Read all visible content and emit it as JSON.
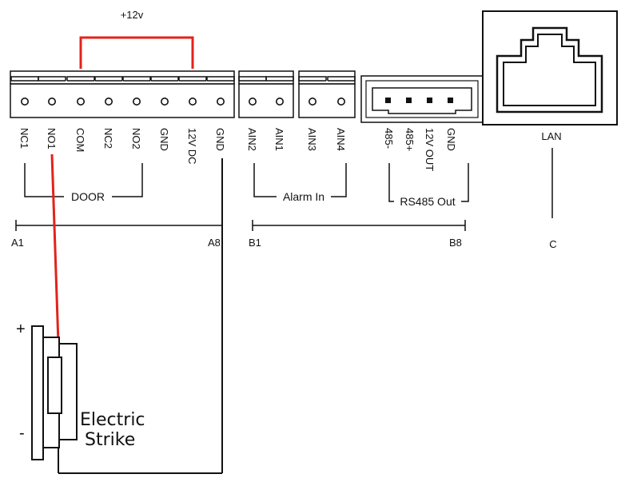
{
  "diagram": {
    "supply_label": "+12v",
    "block_a": {
      "terminals": [
        "NC1",
        "NO1",
        "COM",
        "NC2",
        "NO2",
        "GND",
        "12V DC",
        "GND"
      ],
      "group_label": "DOOR",
      "range_start": "A1",
      "range_end": "A8"
    },
    "block_b": {
      "alarm_terminals": [
        "AIN2",
        "AIN1",
        "AIN3",
        "AIN4"
      ],
      "alarm_group_label": "Alarm In",
      "rs485_terminals": [
        "485-",
        "485+",
        "12V OUT",
        "GND"
      ],
      "rs485_group_label": "RS485 Out",
      "range_start": "B1",
      "range_end": "B8"
    },
    "block_c": {
      "port_label": "LAN",
      "range_label": "C"
    },
    "strike": {
      "plus_label": "+",
      "minus_label": "-",
      "name_line1": "Electric",
      "name_line2": "Strike"
    },
    "colors": {
      "wire_red": "#e2231a",
      "line_black": "#111111"
    }
  }
}
